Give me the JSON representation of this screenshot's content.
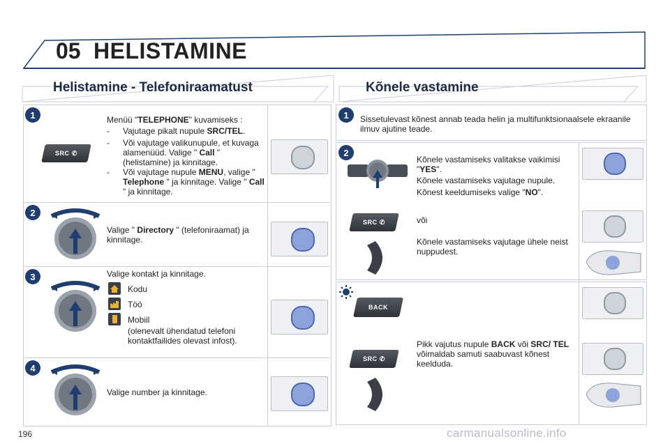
{
  "chapter": {
    "number": "05",
    "title": "HELISTAMINE"
  },
  "page_number": "196",
  "watermark": "carmanualsonline.info",
  "left": {
    "title": "Helistamine - Telefoniraamatust",
    "step1": {
      "num": "1",
      "intro_a": "Menüü \"",
      "intro_b": "TELEPHONE",
      "intro_c": "\" kuvamiseks :",
      "b1_a": "Vajutage pikalt nupule ",
      "b1_b": "SRC/TEL",
      "b1_c": ".",
      "b2_a": "Või vajutage valikunupule, et kuvaga alamenüüd. Valige \" ",
      "b2_b": "Call",
      "b2_c": " \" (helistamine) ja kinnitage.",
      "b3_a": "Või vajutage nupule ",
      "b3_b": "MENU",
      "b3_c": ", valige \" ",
      "b3_d": "Telephone",
      "b3_e": " \" ja kinnitage. Valige \" ",
      "b3_f": "Call",
      "b3_g": " \" ja kinnitage.",
      "dash": "-",
      "button_label": "SRC"
    },
    "step2": {
      "num": "2",
      "t_a": "Valige \" ",
      "t_b": "Directory",
      "t_c": " \" (telefoniraamat) ja kinnitage."
    },
    "step3": {
      "num": "3",
      "intro": "Valige kontakt ja kinnitage.",
      "opt1": "Kodu",
      "opt2": "Töö",
      "opt3": "Mobiil",
      "note": "(olenevalt ühendatud telefoni kontaktfailides olevast infost)."
    },
    "step4": {
      "num": "4",
      "text": "Valige number ja kinnitage."
    }
  },
  "right": {
    "title": "Kõnele vastamine",
    "step1": {
      "num": "1",
      "text": "Sissetulevast kõnest annab teada helin ja multifunktsionaalsele ekraanile ilmuv ajutine teade."
    },
    "step2": {
      "num": "2",
      "p1_a": "Kõnele vastamiseks valitakse vaikimisi \"",
      "p1_b": "YES",
      "p1_c": "\".",
      "p2": "Kõnele vastamiseks vajutage nupule.",
      "p3_a": "Kõnest keeldumiseks valige \"",
      "p3_b": "NO",
      "p3_c": "\".",
      "or": "või",
      "p4": "Kõnele vastamiseks vajutage ühele neist nuppudest.",
      "button_label": "SRC"
    },
    "tip": {
      "t_a": "Pikk vajutus nupule ",
      "t_b": "BACK",
      "t_c": " või ",
      "t_d": "SRC/ TEL",
      "t_e": " võimaldab samuti saabuvast kõnest keelduda.",
      "back_label": "BACK",
      "button_label": "SRC"
    }
  },
  "colors": {
    "step_badge": "#1f3e6e",
    "heading": "#1f2a44",
    "box_border": "#c7ced8",
    "knob": "#6b84c8",
    "button_dark": "#3a3f47"
  }
}
